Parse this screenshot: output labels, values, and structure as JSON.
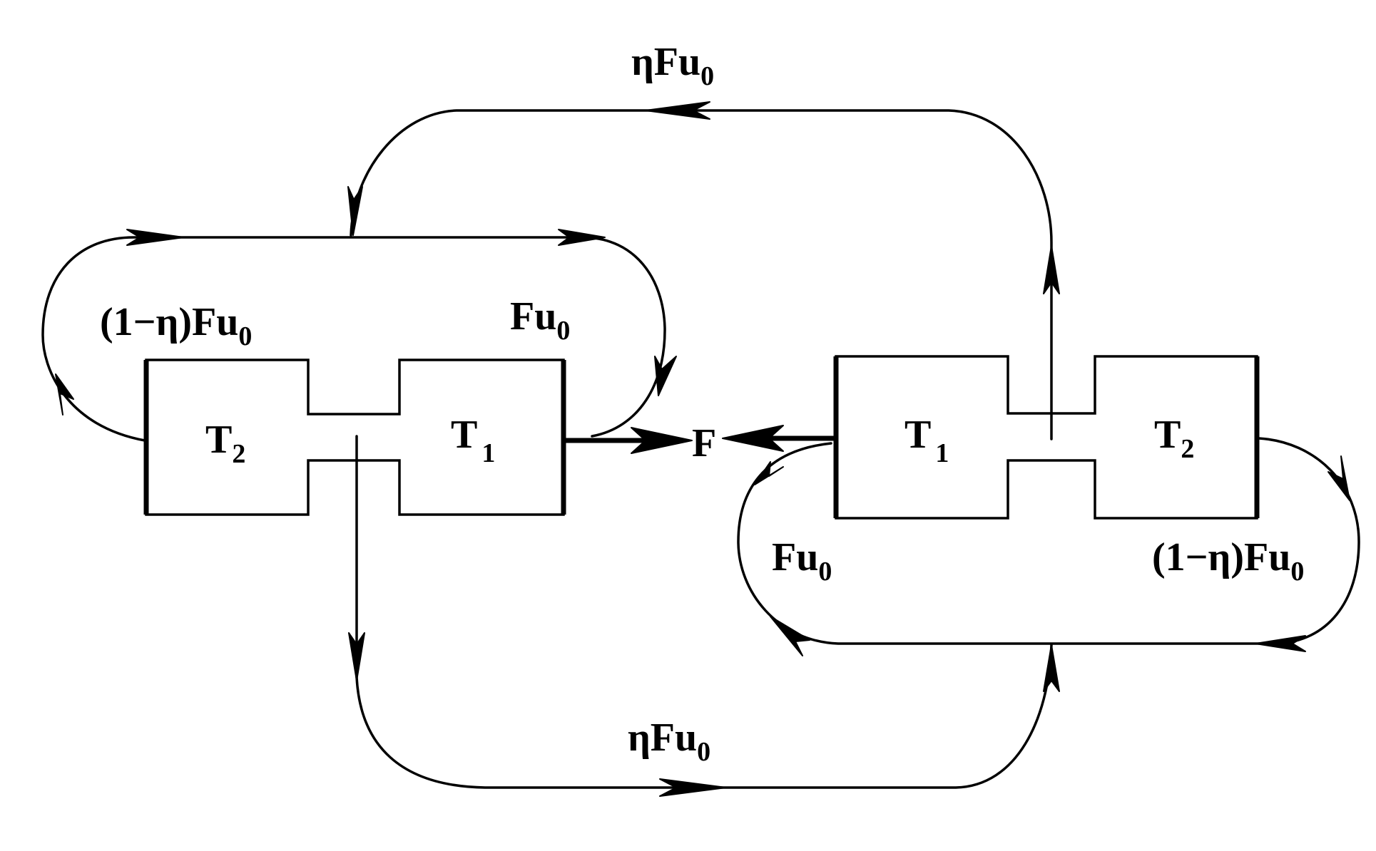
{
  "left_engine": {
    "hot_reservoir": {
      "main": "T",
      "sub": "1"
    },
    "cold_reservoir": {
      "main": "T",
      "sub": "2"
    },
    "label_input": {
      "main": "Fu",
      "sub": "0"
    },
    "label_rejected": {
      "main": "(1−η)Fu",
      "sub": "0"
    },
    "force_label": "F"
  },
  "right_engine": {
    "hot_reservoir": {
      "main": "T",
      "sub": "1"
    },
    "cold_reservoir": {
      "main": "T",
      "sub": "2"
    },
    "label_input": {
      "main": "Fu",
      "sub": "0"
    },
    "label_rejected": {
      "main": "(1−η)Fu",
      "sub": "0"
    }
  },
  "transfer": {
    "top_label": {
      "main": "ηFu",
      "sub": "0"
    },
    "bottom_label": {
      "main": "ηFu",
      "sub": "0"
    }
  },
  "colors": {
    "stroke": "#000000",
    "background": "#ffffff"
  }
}
